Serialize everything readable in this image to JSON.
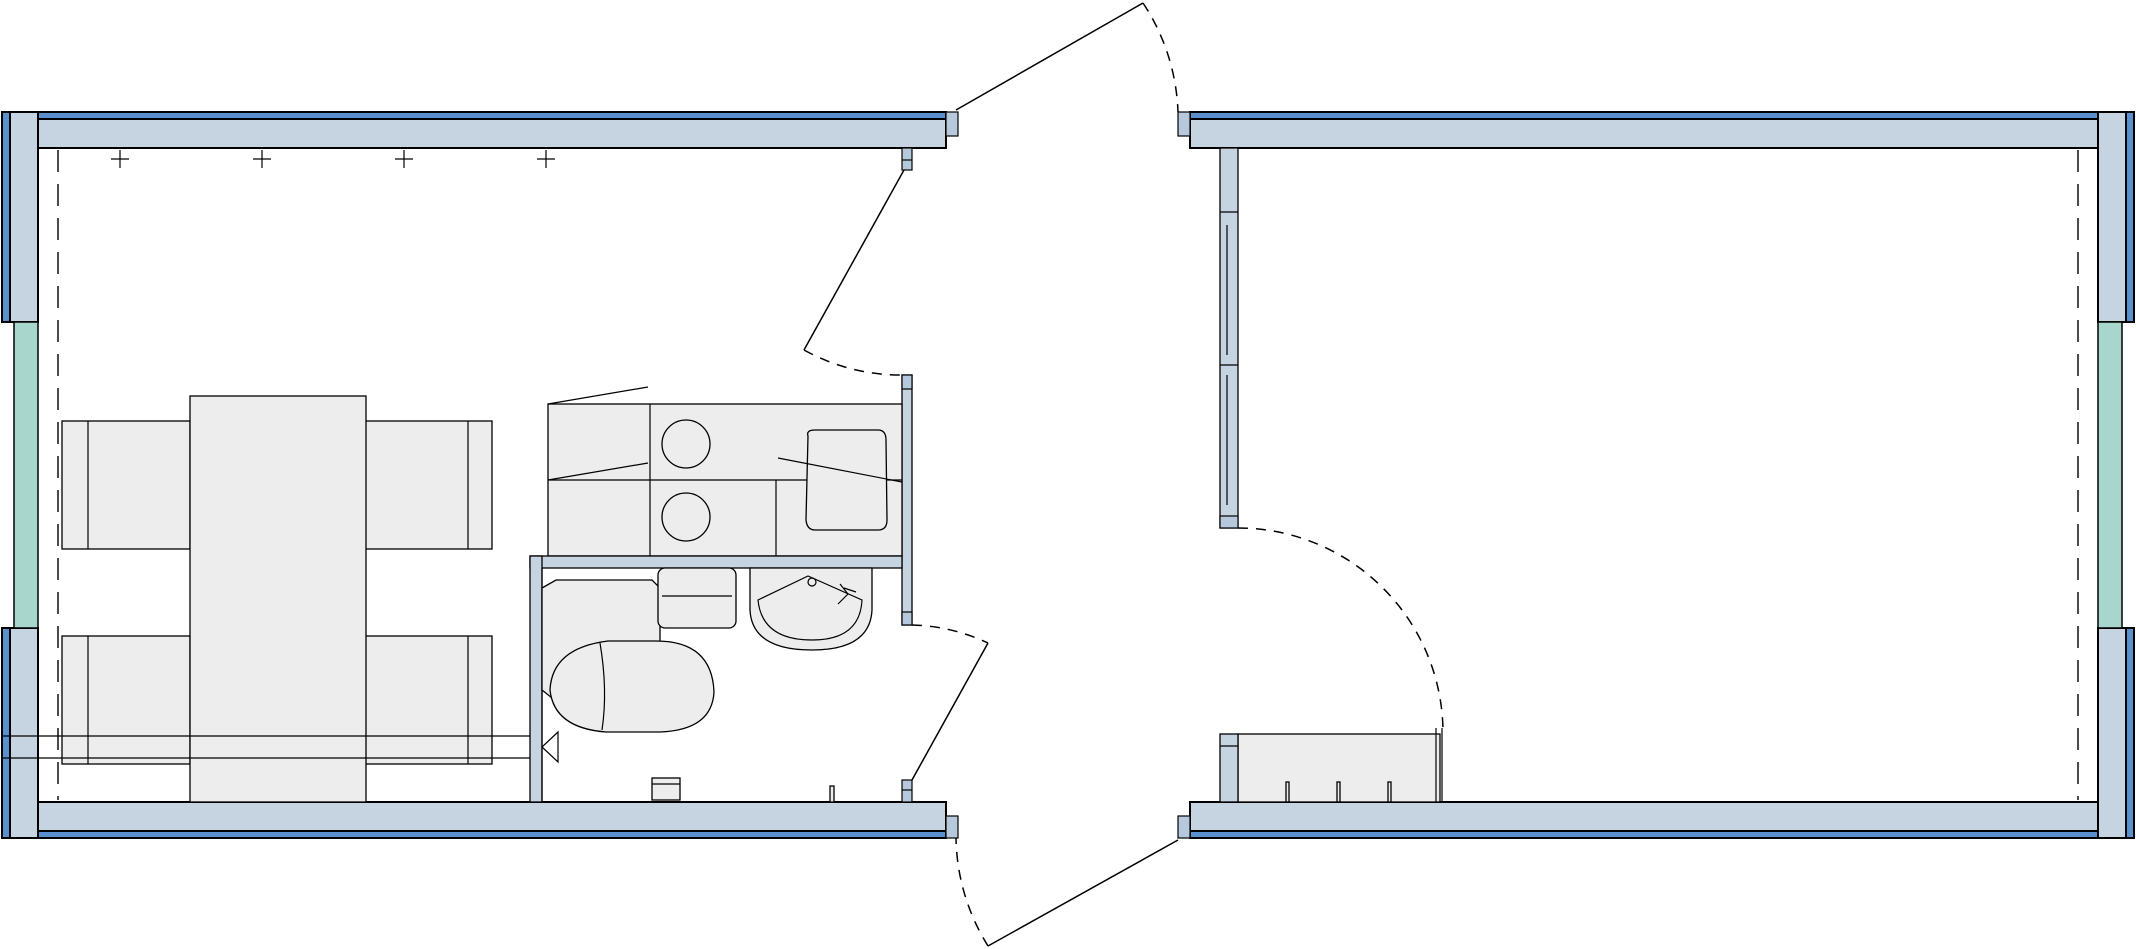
{
  "diagram": {
    "type": "floor-plan",
    "rooms": [
      "left-container-room",
      "right-container-room"
    ],
    "fixtures": [
      "dining-table",
      "chairs",
      "kitchenette",
      "hob",
      "sink",
      "toilet",
      "shower-tray",
      "cabinet"
    ],
    "colors": {
      "wall_fill": "#c6d3e0",
      "wall_outer_stripe": "#5b90cf",
      "window_glass": "#a8d6cc",
      "furniture_fill": "#ededed",
      "lines": "#000000"
    }
  }
}
